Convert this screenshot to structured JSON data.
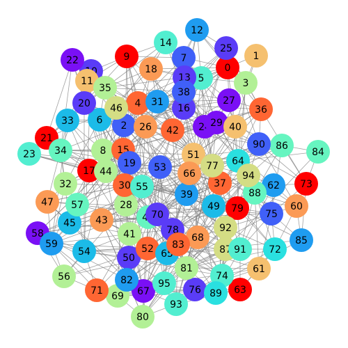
{
  "graph": {
    "node_count": 96,
    "edge_color": "#808080",
    "colors": {
      "red": "#ff0000",
      "orange_red": "#ff6633",
      "orange": "#fb9a55",
      "tan": "#f5c06f",
      "khaki": "#d4dd84",
      "light_green": "#b2f096",
      "mint": "#66f5c0",
      "aquamarine": "#52eed0",
      "cyan": "#2ae0e0",
      "sky": "#1cbbe8",
      "blue": "#1f9cf0",
      "royal_blue": "#4060f8",
      "indigo": "#5a3cf7",
      "violet": "#7a10f5"
    },
    "nodes": [
      {
        "id": "0",
        "color": "red"
      },
      {
        "id": "1",
        "color": "tan"
      },
      {
        "id": "2",
        "color": "royal_blue"
      },
      {
        "id": "3",
        "color": "light_green"
      },
      {
        "id": "4",
        "color": "orange_red"
      },
      {
        "id": "5",
        "color": "aquamarine"
      },
      {
        "id": "6",
        "color": "sky"
      },
      {
        "id": "7",
        "color": "royal_blue"
      },
      {
        "id": "8",
        "color": "light_green"
      },
      {
        "id": "9",
        "color": "red"
      },
      {
        "id": "10",
        "color": "indigo"
      },
      {
        "id": "11",
        "color": "tan"
      },
      {
        "id": "12",
        "color": "blue"
      },
      {
        "id": "13",
        "color": "indigo"
      },
      {
        "id": "14",
        "color": "aquamarine"
      },
      {
        "id": "15",
        "color": "orange_red"
      },
      {
        "id": "16",
        "color": "indigo"
      },
      {
        "id": "17",
        "color": "red"
      },
      {
        "id": "18",
        "color": "orange"
      },
      {
        "id": "19",
        "color": "royal_blue"
      },
      {
        "id": "20",
        "color": "indigo"
      },
      {
        "id": "21",
        "color": "red"
      },
      {
        "id": "22",
        "color": "violet"
      },
      {
        "id": "23",
        "color": "aquamarine"
      },
      {
        "id": "24",
        "color": "violet"
      },
      {
        "id": "25",
        "color": "indigo"
      },
      {
        "id": "26",
        "color": "orange"
      },
      {
        "id": "27",
        "color": "violet"
      },
      {
        "id": "28",
        "color": "light_green"
      },
      {
        "id": "29",
        "color": "violet"
      },
      {
        "id": "30",
        "color": "orange_red"
      },
      {
        "id": "31",
        "color": "blue"
      },
      {
        "id": "32",
        "color": "light_green"
      },
      {
        "id": "33",
        "color": "sky"
      },
      {
        "id": "34",
        "color": "mint"
      },
      {
        "id": "35",
        "color": "light_green"
      },
      {
        "id": "36",
        "color": "orange_red"
      },
      {
        "id": "37",
        "color": "orange_red"
      },
      {
        "id": "38",
        "color": "royal_blue"
      },
      {
        "id": "39",
        "color": "blue"
      },
      {
        "id": "40",
        "color": "tan"
      },
      {
        "id": "41",
        "color": "light_green"
      },
      {
        "id": "42",
        "color": "orange_red"
      },
      {
        "id": "43",
        "color": "orange"
      },
      {
        "id": "44",
        "color": "light_green"
      },
      {
        "id": "45",
        "color": "sky"
      },
      {
        "id": "46",
        "color": "khaki"
      },
      {
        "id": "47",
        "color": "orange"
      },
      {
        "id": "48",
        "color": "mint"
      },
      {
        "id": "49",
        "color": "sky"
      },
      {
        "id": "50",
        "color": "indigo"
      },
      {
        "id": "51",
        "color": "tan"
      },
      {
        "id": "52",
        "color": "orange_red"
      },
      {
        "id": "53",
        "color": "royal_blue"
      },
      {
        "id": "54",
        "color": "sky"
      },
      {
        "id": "55",
        "color": "aquamarine"
      },
      {
        "id": "56",
        "color": "light_green"
      },
      {
        "id": "57",
        "color": "mint"
      },
      {
        "id": "58",
        "color": "violet"
      },
      {
        "id": "59",
        "color": "blue"
      },
      {
        "id": "60",
        "color": "orange"
      },
      {
        "id": "61",
        "color": "tan"
      },
      {
        "id": "62",
        "color": "blue"
      },
      {
        "id": "63",
        "color": "red"
      },
      {
        "id": "64",
        "color": "cyan"
      },
      {
        "id": "65",
        "color": "sky"
      },
      {
        "id": "66",
        "color": "orange"
      },
      {
        "id": "67",
        "color": "violet"
      },
      {
        "id": "68",
        "color": "orange"
      },
      {
        "id": "69",
        "color": "light_green"
      },
      {
        "id": "70",
        "color": "indigo"
      },
      {
        "id": "71",
        "color": "orange_red"
      },
      {
        "id": "72",
        "color": "cyan"
      },
      {
        "id": "73",
        "color": "red"
      },
      {
        "id": "74",
        "color": "aquamarine"
      },
      {
        "id": "75",
        "color": "royal_blue"
      },
      {
        "id": "76",
        "color": "indigo"
      },
      {
        "id": "77",
        "color": "khaki"
      },
      {
        "id": "78",
        "color": "indigo"
      },
      {
        "id": "79",
        "color": "red"
      },
      {
        "id": "80",
        "color": "light_green"
      },
      {
        "id": "81",
        "color": "light_green"
      },
      {
        "id": "82",
        "color": "blue"
      },
      {
        "id": "83",
        "color": "orange_red"
      },
      {
        "id": "84",
        "color": "mint"
      },
      {
        "id": "85",
        "color": "blue"
      },
      {
        "id": "86",
        "color": "mint"
      },
      {
        "id": "87",
        "color": "khaki"
      },
      {
        "id": "88",
        "color": "mint"
      },
      {
        "id": "89",
        "color": "cyan"
      },
      {
        "id": "90",
        "color": "royal_blue"
      },
      {
        "id": "91",
        "color": "aquamarine"
      },
      {
        "id": "92",
        "color": "khaki"
      },
      {
        "id": "93",
        "color": "aquamarine"
      },
      {
        "id": "94",
        "color": "khaki"
      },
      {
        "id": "95",
        "color": "aquamarine"
      }
    ]
  }
}
